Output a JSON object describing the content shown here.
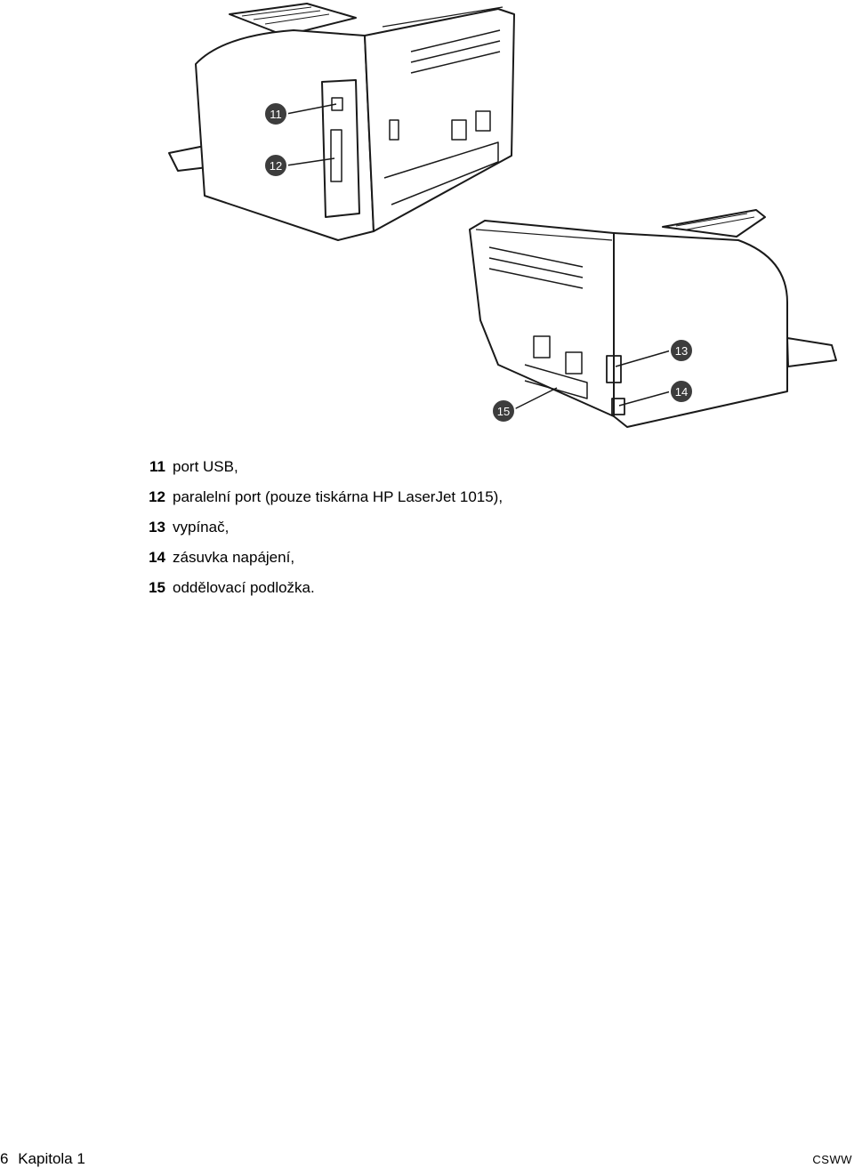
{
  "callouts": [
    "11",
    "12",
    "13",
    "14",
    "15"
  ],
  "legend": [
    {
      "num": "11",
      "text": "port USB,"
    },
    {
      "num": "12",
      "text": "paralelní port (pouze tiskárna HP LaserJet 1015),"
    },
    {
      "num": "13",
      "text": "vypínač,"
    },
    {
      "num": "14",
      "text": "zásuvka napájení,"
    },
    {
      "num": "15",
      "text": "oddělovací podložka."
    }
  ],
  "footer": {
    "page_number": "6",
    "chapter": "Kapitola 1",
    "locale": "CSWW"
  },
  "colors": {
    "callout_fill": "#3d3d3d",
    "line": "#1a1a1a"
  }
}
